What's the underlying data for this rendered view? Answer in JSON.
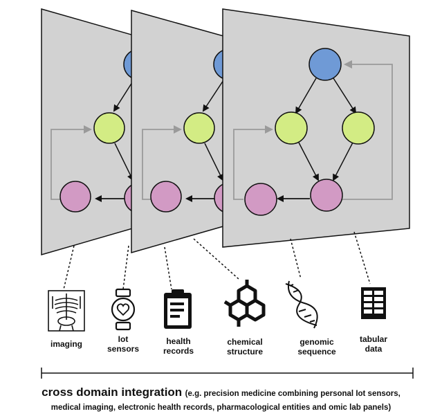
{
  "icons": [
    {
      "name": "xray-icon",
      "label": "imaging"
    },
    {
      "name": "smartwatch-icon",
      "label": "Iot\nsensors"
    },
    {
      "name": "clipboard-icon",
      "label": "health\nrecords"
    },
    {
      "name": "molecule-icon",
      "label": "chemical\nstructure"
    },
    {
      "name": "dna-icon",
      "label": "genomic\nsequence"
    },
    {
      "name": "table-icon",
      "label": "tabular\ndata"
    }
  ],
  "caption": {
    "title": "cross domain integration",
    "line1": "(e.g. precision medicine combining personal Iot sensors,",
    "line2": "medical imaging, electronic health records, pharmacological entities and omic lab panels)"
  },
  "colors": {
    "panel": "#d2d2d2",
    "node_blue": "#6f9ad6",
    "node_green": "#d3ec84",
    "node_pink": "#d29ac4",
    "feedback_arrow": "#9a9a9a"
  }
}
